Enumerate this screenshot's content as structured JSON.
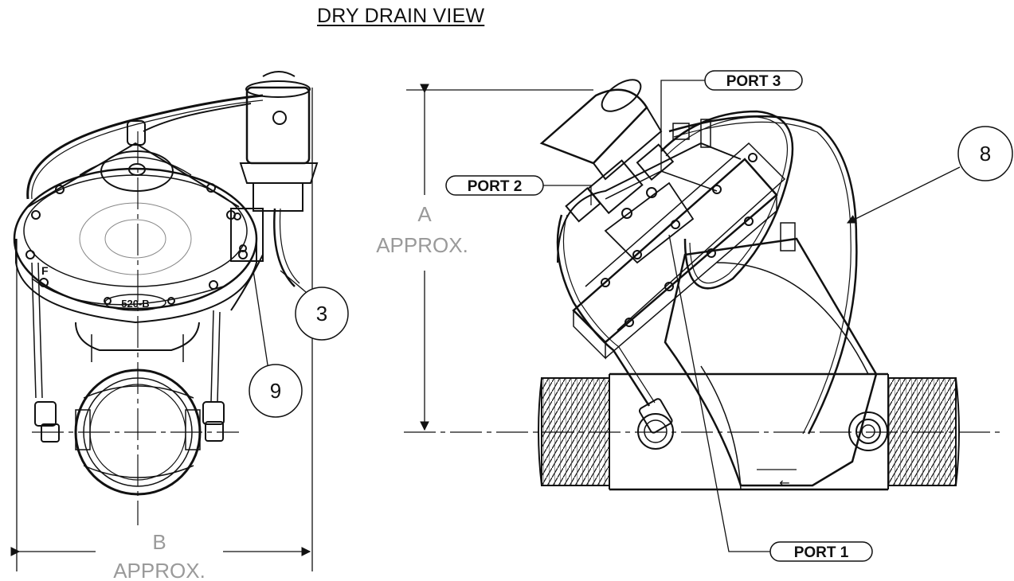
{
  "title": "DRY DRAIN VIEW",
  "dimensions": {
    "a_letter": "A",
    "a_note": "APPROX.",
    "b_letter": "B",
    "b_note": "APPROX."
  },
  "balloons": {
    "b3": "3",
    "b9": "9",
    "b8": "8"
  },
  "ports": {
    "port1": "PORT 1",
    "port2": "PORT 2",
    "port3": "PORT 3"
  },
  "body_marking": "520-B",
  "flow_arrow": "←"
}
